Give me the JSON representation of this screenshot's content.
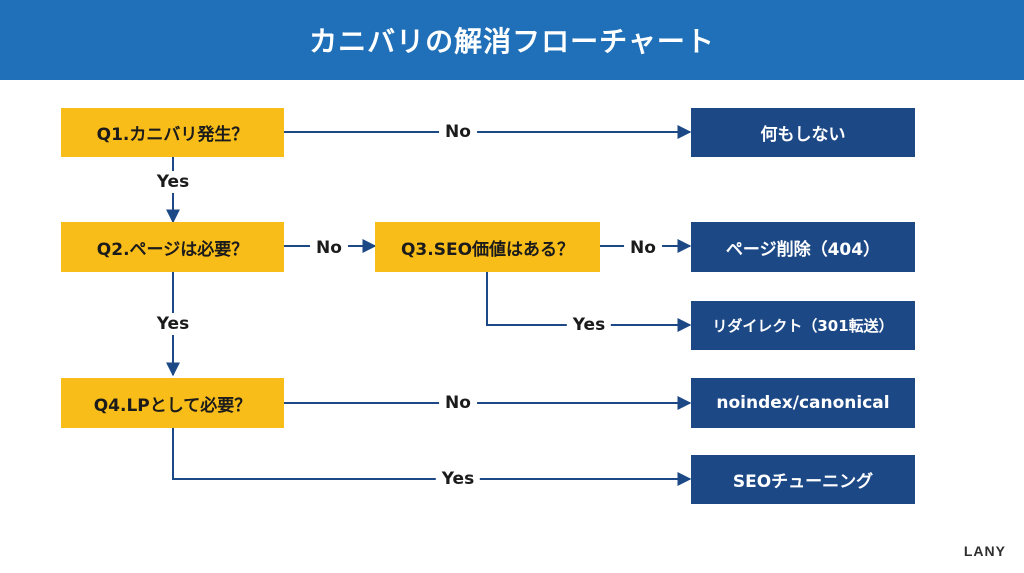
{
  "title": "カニバリの解消フローチャート",
  "questions": {
    "q1": "Q1.カニバリ発生？",
    "q2": "Q2.ページは必要？",
    "q3": "Q3.SEO価値はある？",
    "q4": "Q4.LPとして必要？"
  },
  "results": {
    "r1": "何もしない",
    "r2": "ページ削除（404）",
    "r3": "リダイレクト（301転送）",
    "r4": "noindex/canonical",
    "r5": "SEOチューニング"
  },
  "labels": {
    "yes": "Yes",
    "no": "No"
  },
  "brand": "LANY",
  "colors": {
    "header": "#1f70b8",
    "question_box": "#f8bd19",
    "result_box": "#1d4886",
    "connector": "#1d4886"
  }
}
